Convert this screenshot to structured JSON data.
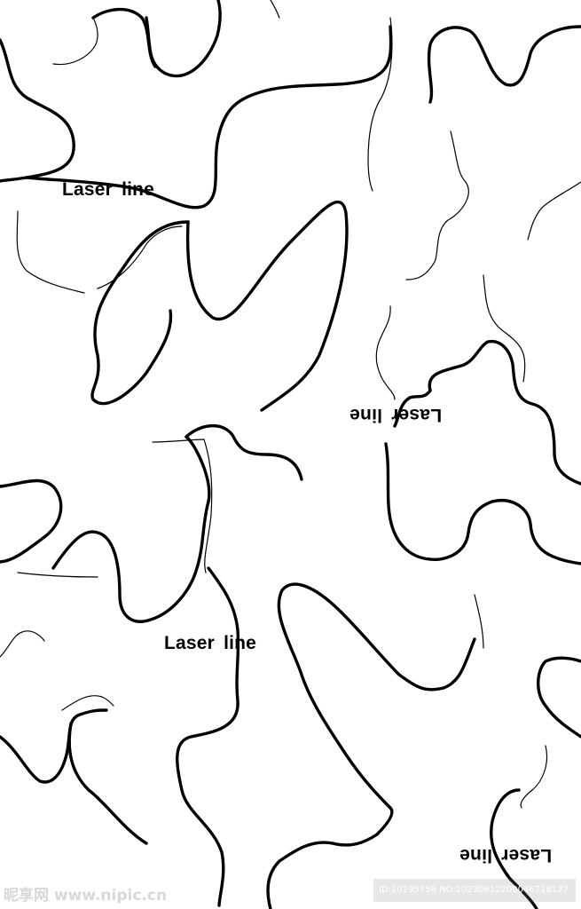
{
  "labels": {
    "top_left": "Laser line",
    "middle_right_flipped": "Laser line",
    "middle_left": "Laser line",
    "bottom_right_flipped": "Laser line"
  },
  "watermark": {
    "site": "昵享网 www.nipic.cn",
    "id_text": "ID:10195756 NO:20230612200046718127"
  },
  "colors": {
    "background": "#ffffff",
    "line": "#000000"
  }
}
